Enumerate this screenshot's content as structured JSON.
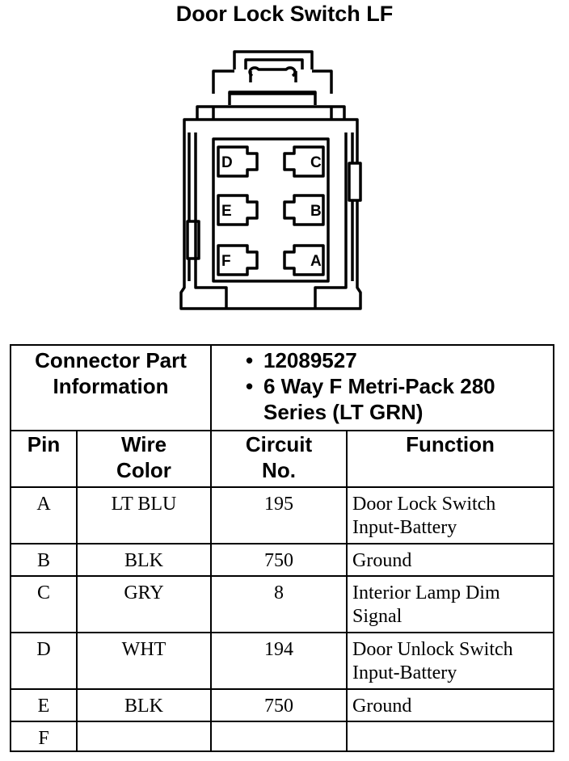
{
  "title": "Door Lock Switch LF",
  "connector": {
    "pin_labels": [
      "D",
      "C",
      "E",
      "B",
      "F",
      "A"
    ]
  },
  "part_info": {
    "label_line1": "Connector Part",
    "label_line2": "Information",
    "bullets": [
      "12089527",
      "6 Way F Metri-Pack 280",
      "Series (LT GRN)"
    ]
  },
  "columns": {
    "pin": "Pin",
    "wire_color_line1": "Wire",
    "wire_color_line2": "Color",
    "circuit_line1": "Circuit",
    "circuit_line2": "No.",
    "function": "Function"
  },
  "rows": [
    {
      "pin": "A",
      "color": "LT BLU",
      "circuit": "195",
      "function_line1": "Door Lock Switch",
      "function_line2": "Input-Battery"
    },
    {
      "pin": "B",
      "color": "BLK",
      "circuit": "750",
      "function_line1": "Ground",
      "function_line2": ""
    },
    {
      "pin": "C",
      "color": "GRY",
      "circuit": "8",
      "function_line1": "Interior Lamp Dim",
      "function_line2": "Signal"
    },
    {
      "pin": "D",
      "color": "WHT",
      "circuit": "194",
      "function_line1": "Door Unlock Switch",
      "function_line2": "Input-Battery"
    },
    {
      "pin": "E",
      "color": "BLK",
      "circuit": "750",
      "function_line1": "Ground",
      "function_line2": ""
    },
    {
      "pin": "F",
      "color": "",
      "circuit": "",
      "function_line1": "",
      "function_line2": ""
    }
  ]
}
